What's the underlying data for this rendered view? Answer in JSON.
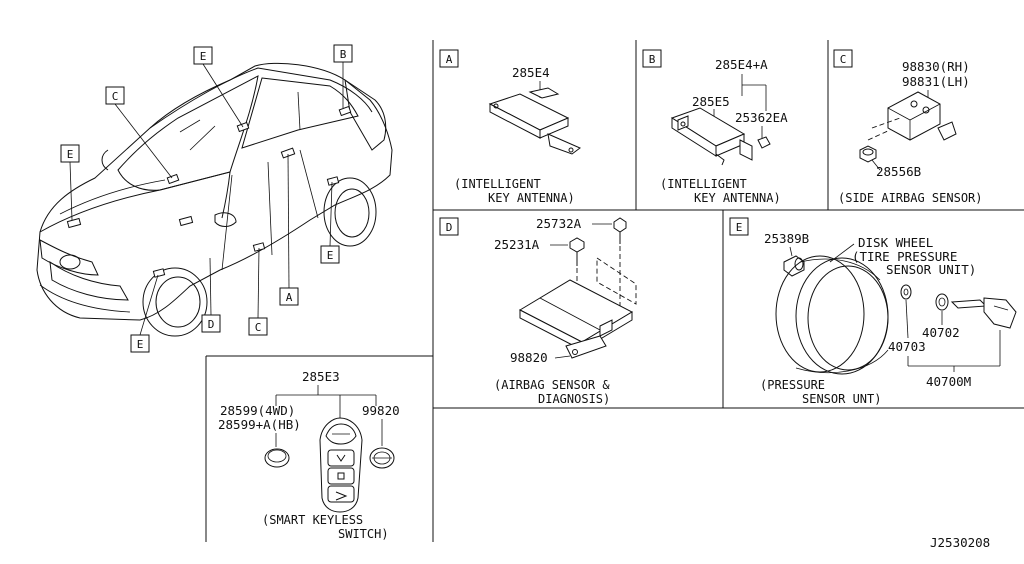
{
  "overview": {
    "callouts": {
      "e_top": "E",
      "b_top": "B",
      "c_left": "C",
      "e_left": "E",
      "e_right": "E",
      "a_bottom": "A",
      "d_bottom": "D",
      "c_bottom": "C",
      "e_bottom": "E"
    }
  },
  "panel_a": {
    "letter": "A",
    "part": "285E4",
    "caption_line1": "(INTELLIGENT",
    "caption_line2": "KEY ANTENNA)"
  },
  "panel_b": {
    "letter": "B",
    "part_top": "285E4+A",
    "part_left": "285E5",
    "part_right": "25362EA",
    "caption_line1": "(INTELLIGENT",
    "caption_line2": "KEY ANTENNA)"
  },
  "panel_c": {
    "letter": "C",
    "part_rh": "98830(RH)",
    "part_lh": "98831(LH)",
    "part_bolt": "28556B",
    "caption": "(SIDE AIRBAG SENSOR)"
  },
  "panel_d": {
    "letter": "D",
    "part_bolt1": "25732A",
    "part_bolt2": "25231A",
    "part_unit": "98820",
    "caption_line1": "(AIRBAG SENSOR &",
    "caption_line2": "DIAGNOSIS)"
  },
  "panel_e": {
    "letter": "E",
    "part_cap": "25389B",
    "wheel_line1": "DISK WHEEL",
    "wheel_line2": "(TIRE PRESSURE",
    "wheel_line3": "SENSOR UNIT)",
    "part_nut": "40703",
    "part_washer": "40702",
    "part_assy": "40700M",
    "caption_line1": "(PRESSURE",
    "caption_line2": "SENSOR UNT)"
  },
  "panel_key": {
    "part_switch": "285E3",
    "part_4wd": "28599(4WD)",
    "part_hb": "28599+A(HB)",
    "part_emblem": "99820",
    "caption_line1": "(SMART KEYLESS",
    "caption_line2": "SWITCH)"
  },
  "diagram_code": "J2530208"
}
